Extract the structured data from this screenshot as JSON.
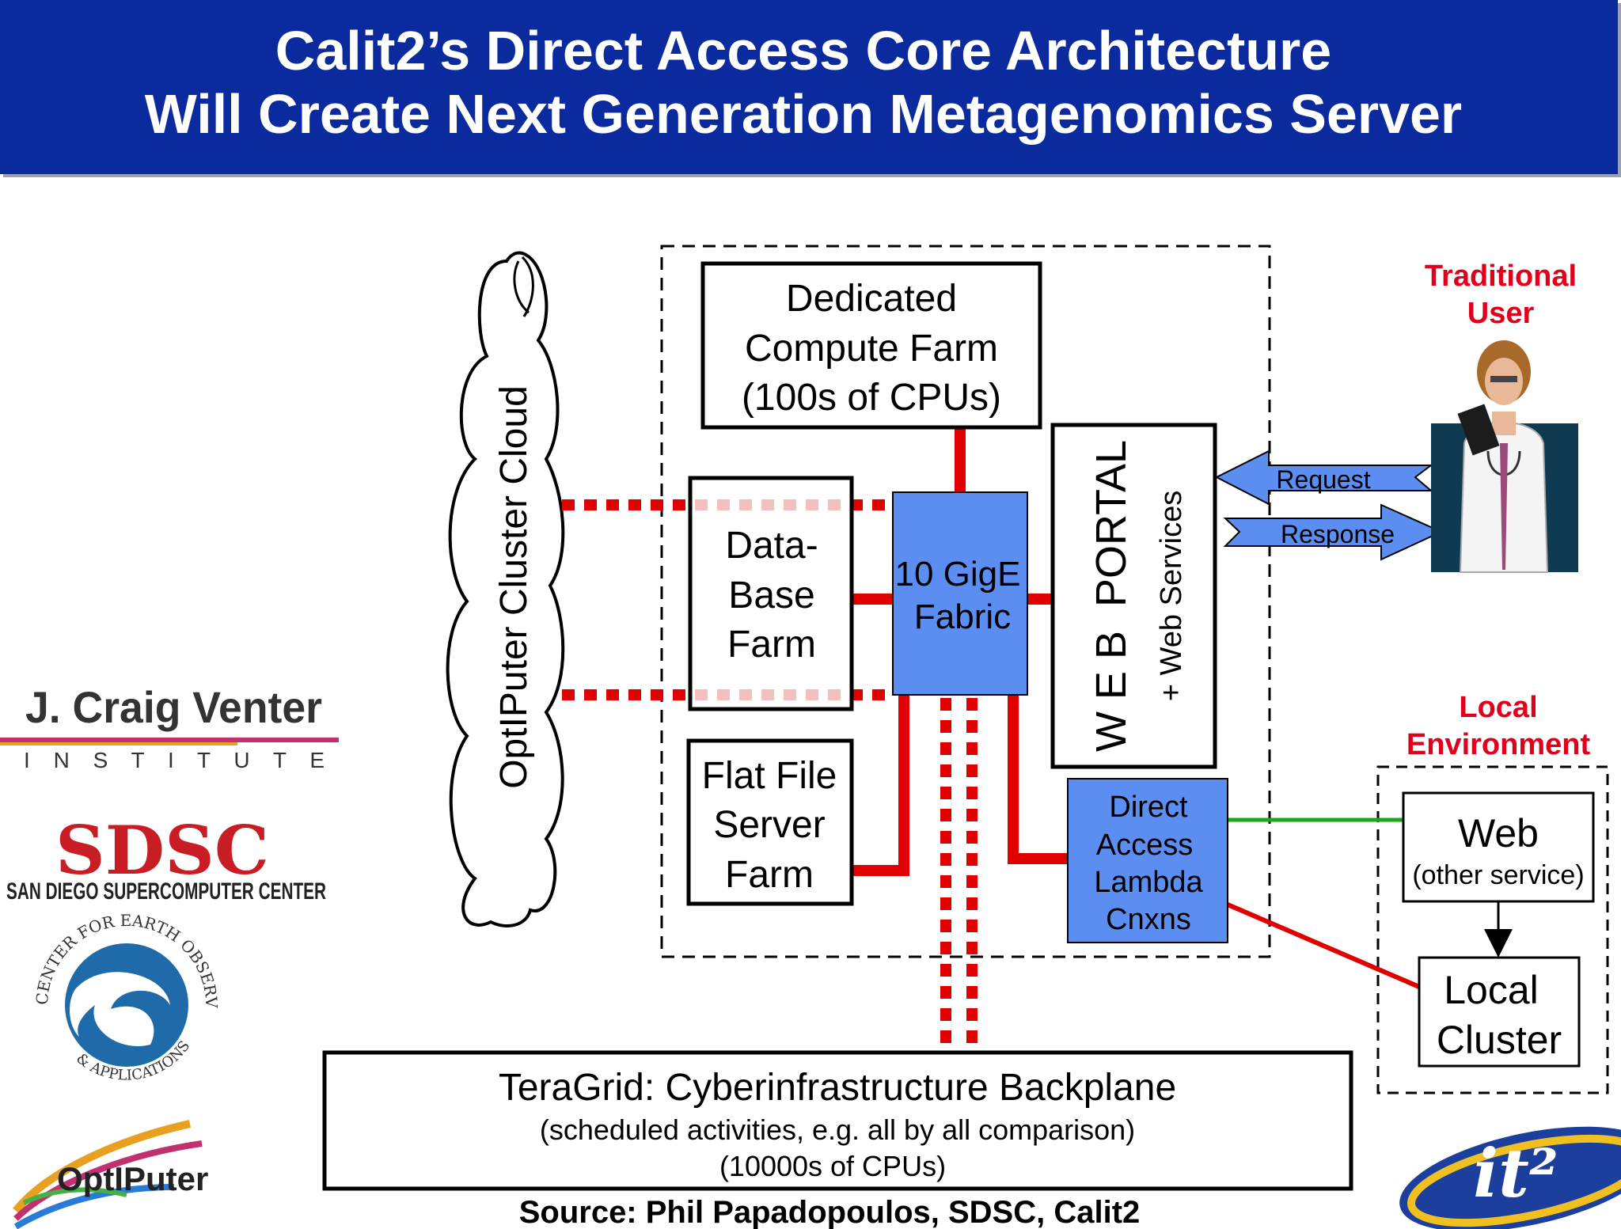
{
  "title": {
    "line1": "Calit2’s Direct Access Core Architecture",
    "line2": "Will Create Next Generation Metagenomics Server"
  },
  "cloud": {
    "label": "OptIPuter Cluster Cloud"
  },
  "compute_farm": {
    "lines": [
      "Dedicated",
      "Compute Farm",
      "(100s of CPUs)"
    ]
  },
  "database_farm": {
    "lines": [
      "Data-",
      "Base",
      "Farm"
    ]
  },
  "fabric": {
    "lines": [
      "10 GigE",
      "Fabric"
    ]
  },
  "web_portal": {
    "label": "W E B  PORTAL",
    "sublabel": "+ Web Services"
  },
  "flat_file": {
    "lines": [
      "Flat File",
      "Server",
      "Farm"
    ]
  },
  "direct_access": {
    "lines": [
      "Direct",
      "Access",
      "Lambda",
      "Cnxns"
    ]
  },
  "arrows": {
    "request": "Request",
    "response": "Response"
  },
  "traditional_user": {
    "lines": [
      "Traditional",
      "User"
    ]
  },
  "local_env": {
    "lines": [
      "Local",
      "Environment"
    ],
    "web": "Web",
    "web_sub": "(other service)",
    "cluster_lines": [
      "Local",
      "Cluster"
    ]
  },
  "teragrid": {
    "title": "TeraGrid: Cyberinfrastructure Backplane",
    "line2": "(scheduled activities, e.g. all by all comparison)",
    "line3": "(10000s of CPUs)"
  },
  "source": "Source: Phil Papadopoulos, SDSC, Calit2",
  "logos": {
    "jcvi_name": "J. Craig Venter",
    "jcvi_sub": "I N S T I T U T E",
    "sdsc": "SDSC",
    "sdsc_sub": "SAN DIEGO SUPERCOMPUTER CENTER",
    "ceoa_top": "CENTER FOR EARTH OBSERVATIONS",
    "ceoa_bottom": "& APPLICATIONS",
    "optiputer": "OptIPuter",
    "it2": "it²"
  },
  "colors": {
    "title_bg": "#0a2a9e",
    "box_blue": "#5c8df0",
    "red_link": "#e00000",
    "green_link": "#1aa81a",
    "label_red": "#e0001b"
  }
}
